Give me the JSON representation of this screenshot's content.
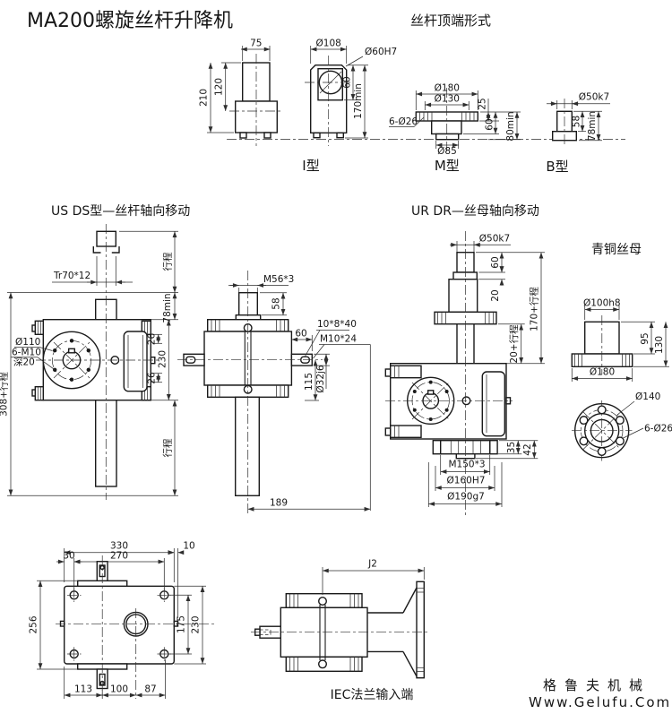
{
  "title": "MA200螺旋丝杆升降机",
  "top": {
    "heading": "丝杆顶端形式",
    "i_label": "I型",
    "m_label": "M型",
    "b_label": "B型",
    "i": {
      "w75": "75",
      "h120": "120",
      "h210": "210",
      "d108": "Ø108",
      "d60": "Ø60H7",
      "h60": "60",
      "h170": "170min"
    },
    "m": {
      "d180": "Ø180",
      "d130": "Ø130",
      "t25": "25",
      "h60": "60",
      "h80": "80min",
      "holes": "6-Ø26",
      "d85": "Ø85"
    },
    "b": {
      "d50": "Ø50k7",
      "h58": "58",
      "h78": "78min"
    }
  },
  "usds": {
    "heading": "US  DS型—丝杆轴向移动",
    "stroke_top": "行程",
    "thread": "Tr70*12",
    "min78": "78min",
    "n26a": "26",
    "n230": "230",
    "n26b": "26",
    "d110": "Ø110",
    "m10": "6-M10",
    "depth": "深20",
    "left_total": "308+行程",
    "stroke_bottom": "行程"
  },
  "mid": {
    "thread": "M56*3",
    "n58": "58",
    "n60": "60",
    "key": "10*8*40",
    "tap": "M10*24",
    "n115": "115",
    "d32": "Ø32j6",
    "n189": "189"
  },
  "urdr": {
    "heading": "UR DR—丝母轴向移动",
    "d50": "Ø50k7",
    "n60": "60",
    "n20": "20",
    "h_total": "170+行程",
    "h_nut": "20+行程",
    "n35": "35",
    "n42": "42",
    "thread": "M150*3",
    "d160": "Ø160H7",
    "d190": "Ø190g7"
  },
  "nut": {
    "heading": "青铜丝母",
    "d100": "Ø100h8",
    "n95": "95",
    "n130": "130",
    "d180": "Ø180",
    "d140": "Ø140",
    "holes": "6-Ø26"
  },
  "base": {
    "n330": "330",
    "n10": "10",
    "n30": "30",
    "n270": "270",
    "n256": "256",
    "n175": "175",
    "n230": "230",
    "n113": "113",
    "n100": "100",
    "n87": "87"
  },
  "iec": {
    "j2": "J2",
    "label": "IEC法兰输入端"
  },
  "watermark": {
    "cn": "格鲁夫机械",
    "url": "Www.Gelufu.Com",
    "cn_color": "#efa9a9",
    "url_color": "#c9c9c9"
  }
}
